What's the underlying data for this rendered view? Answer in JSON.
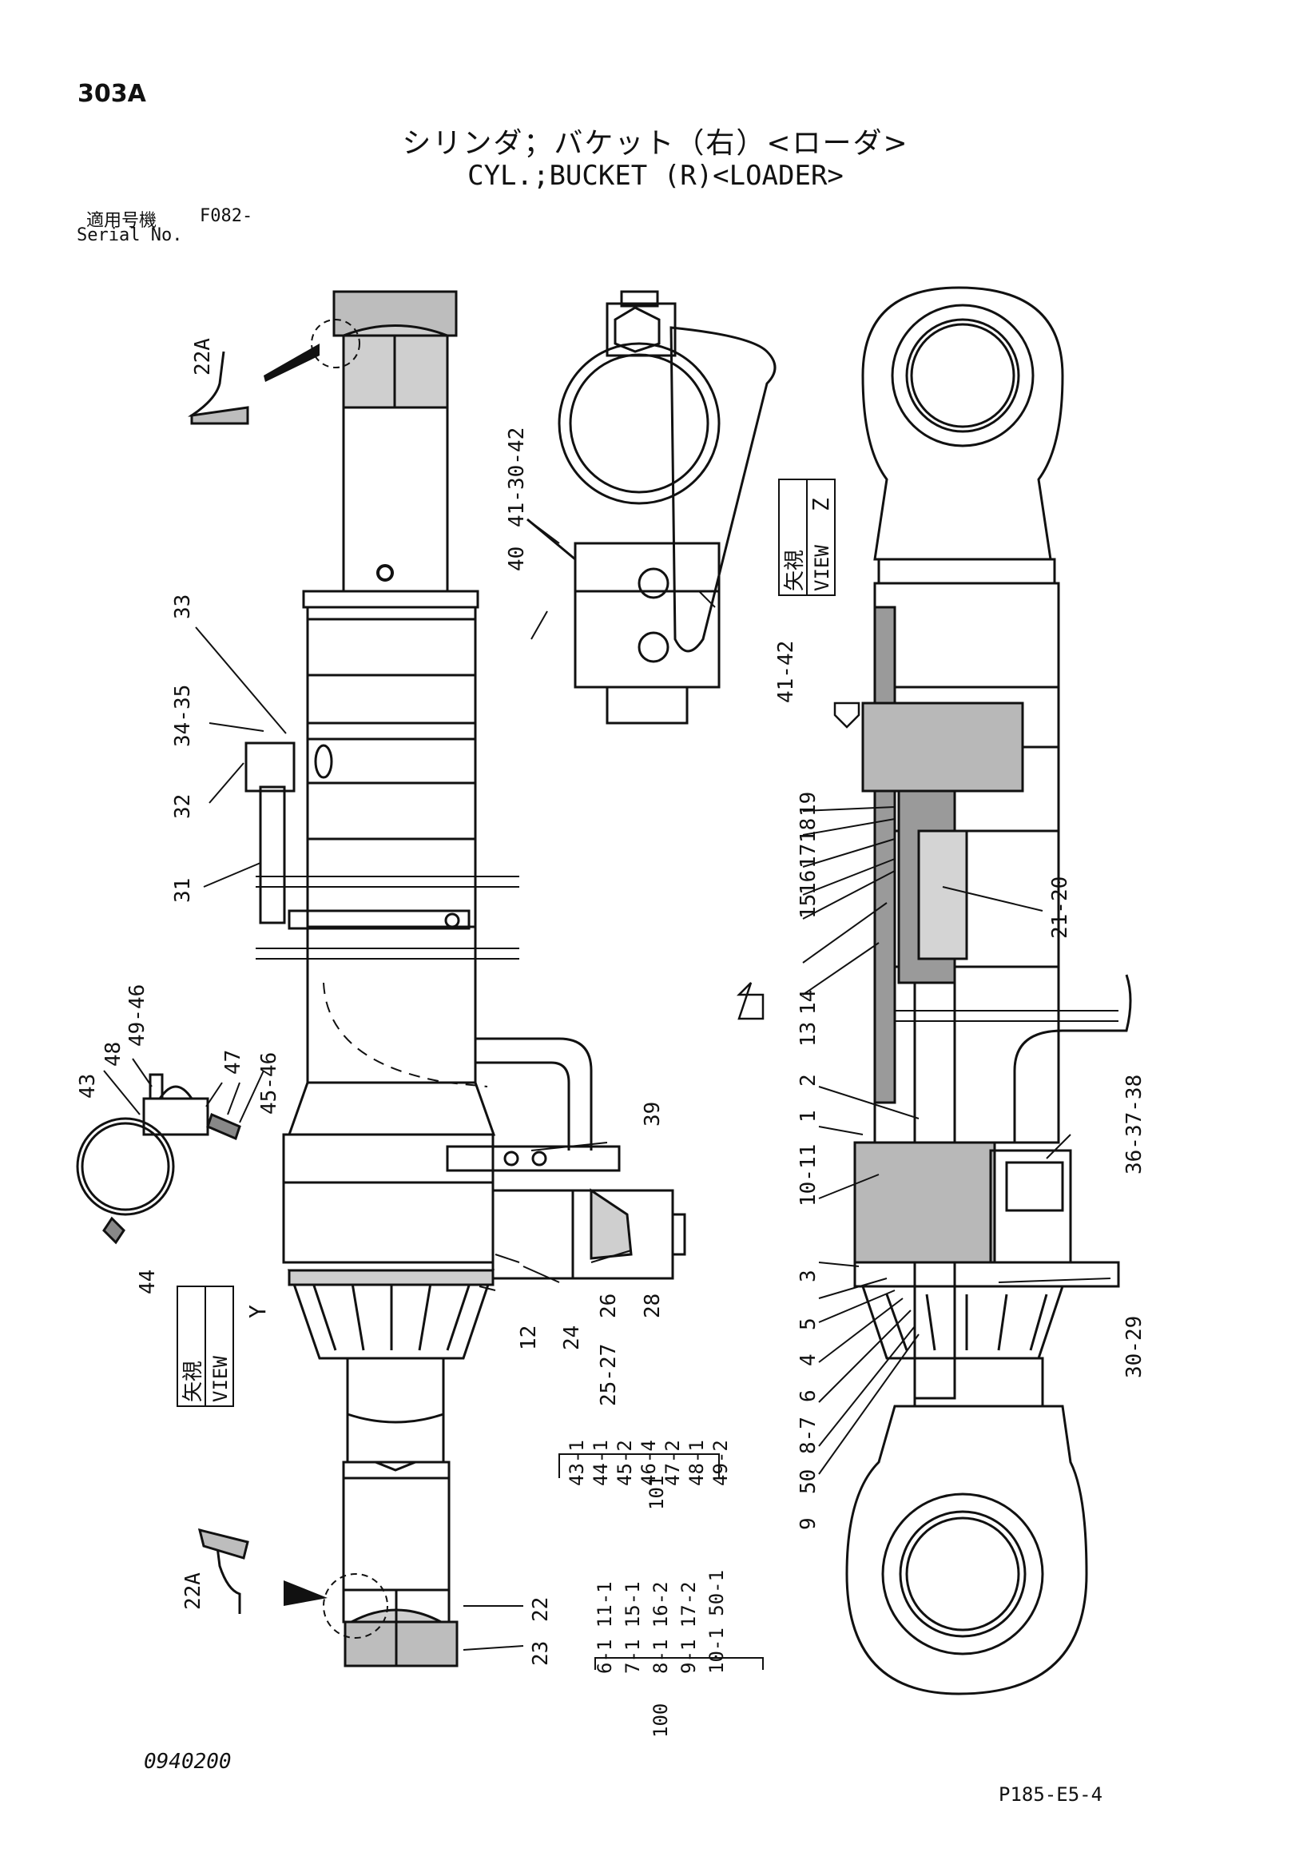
{
  "page_number": "303A",
  "title_jp": "シリンダ；バケット（右）<ローダ>",
  "title_en": "CYL.;BUCKET (R)<LOADER>",
  "serial": {
    "label_jp": "適用号機",
    "label_en": "Serial No.",
    "value": "F082-"
  },
  "footer_left": "0940200",
  "footer_right": "P185-E5-4",
  "callouts": [
    "22A",
    "33",
    "34-35",
    "32",
    "31",
    "49-46",
    "48",
    "43",
    "47",
    "45-46",
    "44",
    "39",
    "24",
    "25-27",
    "26",
    "28",
    "12",
    "22",
    "23",
    "41-30-42",
    "40",
    "41-42",
    "15",
    "16",
    "17",
    "18",
    "19",
    "14",
    "13",
    "21-20",
    "2",
    "1",
    "10-11",
    "3",
    "5",
    "4",
    "6",
    "8-7",
    "50",
    "9",
    "36-37-38",
    "30-29"
  ],
  "view_labels": {
    "y": {
      "jp": "矢視",
      "en": "VIEW",
      "letter": "Y"
    },
    "z": {
      "jp": "矢視",
      "en": "VIEW",
      "letter": "Z"
    }
  },
  "kit_101": {
    "number": "101",
    "rows": [
      "43-1",
      "44-1",
      "45-2",
      "46-4",
      "47-2",
      "48-1",
      "49-2"
    ]
  },
  "kit_100": {
    "number": "100",
    "rows": [
      "6-1 11-1",
      "7-1 15-1",
      "8-1 16-2",
      "9-1 17-2",
      "10-1 50-1"
    ]
  }
}
